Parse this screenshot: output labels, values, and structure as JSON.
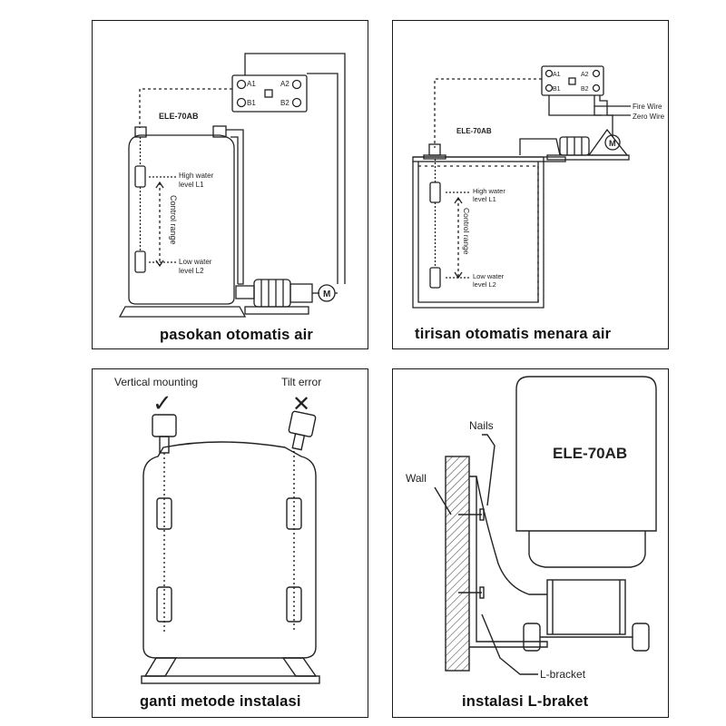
{
  "panels": [
    {
      "caption": "pasokan otomatis air",
      "model": "ELE-70AB",
      "terminals": [
        "A1",
        "A2",
        "B1",
        "B2"
      ],
      "high_label_1": "High water",
      "high_label_2": "level L1",
      "low_label_1": "Low water",
      "low_label_2": "level L2",
      "range_label": "Control range",
      "motor_label": "M"
    },
    {
      "caption": "tirisan otomatis menara air",
      "model": "ELE-70AB",
      "terminals": [
        "A1",
        "A2",
        "B1",
        "B2"
      ],
      "fire_wire": "Fire Wire",
      "zero_wire": "Zero Wire",
      "high_label_1": "High water",
      "high_label_2": "level L1",
      "low_label_1": "Low water",
      "low_label_2": "level L2",
      "range_label": "Control range",
      "motor_label": "M"
    },
    {
      "caption": "ganti  metode instalasi",
      "vertical_label": "Vertical mounting",
      "tilt_label": "Tilt error",
      "check_mark": "✓",
      "cross_mark": "✕"
    },
    {
      "caption": "instalasi L-braket",
      "model": "ELE-70AB",
      "nails_label": "Nails",
      "wall_label": "Wall",
      "bracket_label": "L-bracket"
    }
  ]
}
